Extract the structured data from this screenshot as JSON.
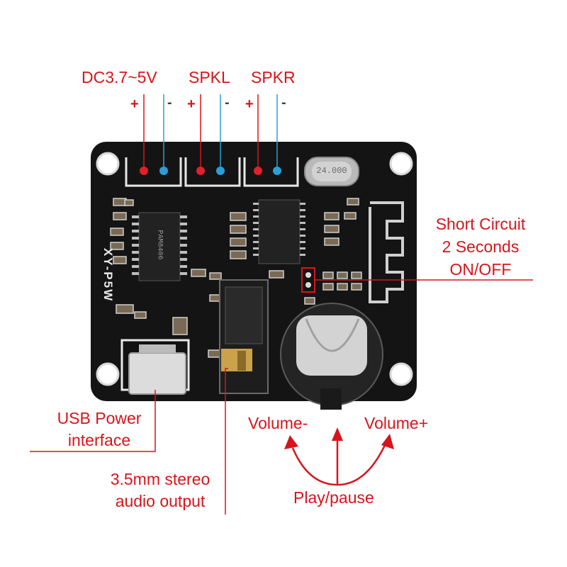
{
  "labels": {
    "dc_power": "DC3.7~5V",
    "spkl": "SPKL",
    "spkr": "SPKR",
    "plus": "+",
    "minus": "-",
    "short_circuit": [
      "Short Circuit",
      "2 Seconds",
      "ON/OFF"
    ],
    "usb_power": [
      "USB Power",
      "interface"
    ],
    "audio_output": [
      "3.5mm stereo",
      "audio output"
    ],
    "volume_minus": "Volume-",
    "volume_plus": "Volume+",
    "play_pause": "Play/pause"
  },
  "board": {
    "silkscreen": "XY-P5W",
    "amp_chip": "PAM8406",
    "crystal": "24.000"
  },
  "colors": {
    "label_red": "#d8141b",
    "wire_blue": "#2a9fd6",
    "board_black": "#141414",
    "silk_white": "#e8e8e8",
    "pin_red": "#e0202a",
    "pin_blue": "#2a9fd6"
  }
}
